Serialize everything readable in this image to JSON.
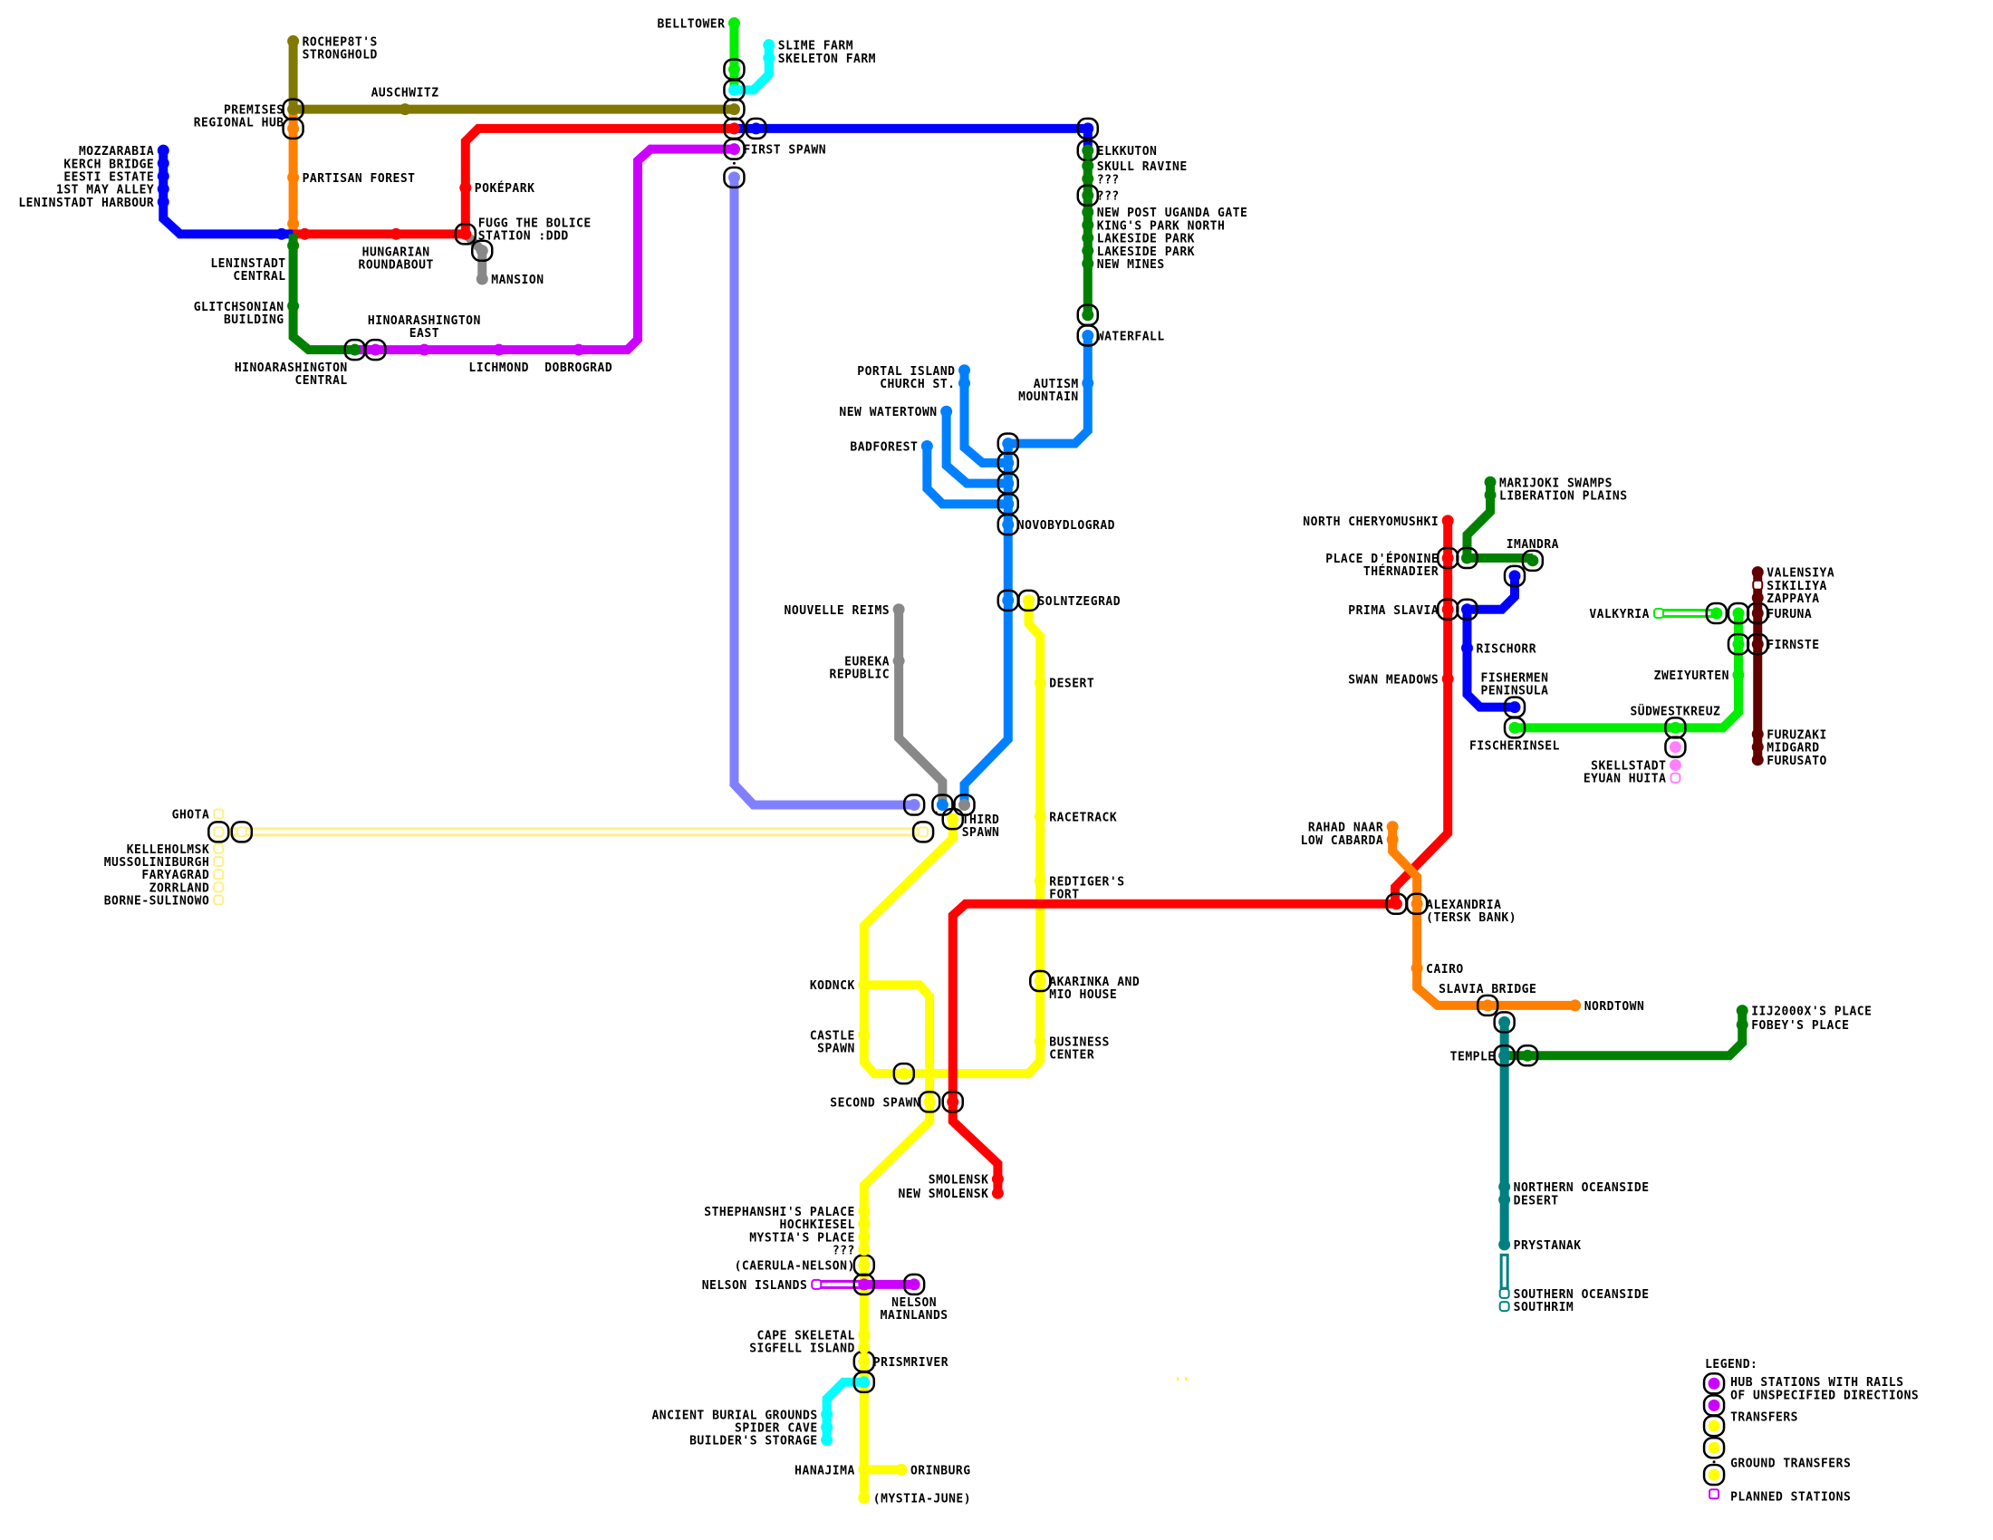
{
  "title": "Metro map",
  "colors": {
    "olive": "#807800",
    "orange": "#ff8000",
    "red": "#ff0000",
    "blue": "#0000ff",
    "green": "#008000",
    "purple": "#cc00ff",
    "gray": "#888888",
    "lime": "#00ee00",
    "cyan": "#00ffff",
    "periwinkle": "#8080ff",
    "azure": "#0080ff",
    "yellow": "#ffff00",
    "paleyellow": "#fff080",
    "teal": "#008080",
    "maroon": "#600000",
    "pink": "#ff80ff"
  },
  "stations": {
    "rochep8t": "ROCHEP8T'S",
    "rochep8t2": "STRONGHOLD",
    "premises1": "PREMISES",
    "premises2": "REGIONAL HUB",
    "auschwitz": "AUSCHWITZ",
    "partisan": "PARTISAN FOREST",
    "mozzarabia": "MOZZARABIA",
    "kerch": "KERCH BRIDGE",
    "eesti": "EESTI ESTATE",
    "mayalley": "1ST MAY ALLEY",
    "harbour": "LENINSTADT HARBOUR",
    "lenin1": "LENINSTADT",
    "lenin2": "CENTRAL",
    "hungarian1": "HUNGARIAN",
    "hungarian2": "ROUNDABOUT",
    "pokepark": "POKÉPARK",
    "fugg1": "FUGG THE BOLICE",
    "fugg2": "STATION :DDD",
    "mansion": "MANSION",
    "glitch1": "GLITCHSONIAN",
    "glitch2": "BUILDING",
    "hinocentral1": "HINOARASHINGTON",
    "hinocentral2": "CENTRAL",
    "hinoeast1": "HINOARASHINGTON",
    "hinoeast2": "EAST",
    "lichmond": "LICHMOND",
    "dobrograd": "DOBROGRAD",
    "belltower": "BELLTOWER",
    "slime": "SLIME FARM",
    "skeleton": "SKELETON FARM",
    "firstspawn": "FIRST SPAWN",
    "elkkuton": "ELKKUTON",
    "skull": "SKULL RAVINE",
    "q1": "???",
    "q2": "???",
    "uganda": "NEW POST UGANDA GATE",
    "kingspark": "KING'S PARK NORTH",
    "lakeside1": "LAKESIDE PARK",
    "lakeside2": "LAKESIDE PARK",
    "newmines": "NEW MINES",
    "waterfall": "WATERFALL",
    "autism1": "AUTISM",
    "autism2": "MOUNTAIN",
    "portal": "PORTAL ISLAND",
    "church": "CHURCH ST.",
    "watertown": "NEW WATERTOWN",
    "badforest": "BADFOREST",
    "novo": "NOVOBYDLOGRAD",
    "solntze": "SOLNTZEGRAD",
    "nouvelle": "NOUVELLE REIMS",
    "eureka1": "EUREKA",
    "eureka2": "REPUBLIC",
    "third1": "THIRD",
    "third2": "SPAWN",
    "desert": "DESERT",
    "racetrack": "RACETRACK",
    "redtiger1": "REDTIGER'S",
    "redtiger2": "FORT",
    "akarinka1": "AKARINKA AND",
    "akarinka2": "MIO HOUSE",
    "business1": "BUSINESS",
    "business2": "CENTER",
    "kodnck": "KODNCK",
    "castle1": "CASTLE",
    "castle2": "SPAWN",
    "second": "SECOND SPAWN",
    "smolensk": "SMOLENSK",
    "newsmolensk": "NEW SMOLENSK",
    "ghota": "GHOTA",
    "kelleholmsk": "KELLEHOLMSK",
    "mussoliniburgh": "MUSSOLINIBURGH",
    "faryagrad": "FARYAGRAD",
    "zorrland": "ZORRLAND",
    "borne": "BORNE-SULINOWO",
    "stephanshi": "STHEPHANSHI'S PALACE",
    "hochkiesel": "HOCHKIESEL",
    "mystiaplace": "MYSTIA'S PLACE",
    "q3": "???",
    "caerula": "(CAERULA-NELSON)",
    "nelsonislands": "NELSON ISLANDS",
    "nelsonmain1": "NELSON",
    "nelsonmain2": "MAINLANDS",
    "capeskeletal": "CAPE SKELETAL",
    "sigfell": "SIGFELL ISLAND",
    "prismriver": "PRISMRIVER",
    "ancient": "ANCIENT BURIAL GROUNDS",
    "spider": "SPIDER CAVE",
    "builders": "BUILDER'S STORAGE",
    "hanajima": "HANAJIMA",
    "orinburg": "ORINBURG",
    "mystiajune": "(MYSTIA-JUNE)",
    "northcher": "NORTH CHERYOMUSHKI",
    "marijoki": "MARIJOKI SWAMPS",
    "liberation": "LIBERATION PLAINS",
    "eponine1": "PLACE D'ÉPONINE",
    "eponine2": "THÉRNADIER",
    "imandra": "IMANDRA",
    "prima": "PRIMA SLAVIA",
    "rischorr": "RISCHORR",
    "swan": "SWAN MEADOWS",
    "fishermen1": "FISHERMEN",
    "fishermen2": "PENINSULA",
    "fischerinsel": "FISCHERINSEL",
    "sudwest": "SÜDWESTKREUZ",
    "skellstadt": "SKELLSTADT",
    "eyuan": "EYUAN HUITA",
    "valkyria": "VALKYRIA",
    "zweiyurten": "ZWEIYURTEN",
    "valensiya": "VALENSIYA",
    "sikiliya": "SIKILIYA",
    "zappaya": "ZAPPAYA",
    "furuna": "FURUNA",
    "firnste": "FIRNSTE",
    "furuzaki": "FURUZAKI",
    "midgard": "MIDGARD",
    "furusato": "FURUSATO",
    "rahad": "RAHAD NAAR",
    "lowcabarda": "LOW CABARDA",
    "alex1": "ALEXANDRIA",
    "alex2": "(TERSK BANK)",
    "cairo": "CAIRO",
    "slavia": "SLAVIA BRIDGE",
    "nordtown": "NORDTOWN",
    "temple": "TEMPLE",
    "iij": "IIJ2000X'S PLACE",
    "fobey": "FOBEY'S PLACE",
    "northocean": "NORTHERN OCEANSIDE",
    "desert2": "DESERT",
    "prystanak": "PRYSTANAK",
    "southocean": "SOUTHERN OCEANSIDE",
    "southrim": "SOUTHRIM"
  },
  "legend": {
    "title": "LEGEND:",
    "hub1": "HUB STATIONS WITH RAILS",
    "hub2": "OF UNSPECIFIED DIRECTIONS",
    "transfers": "TRANSFERS",
    "ground": "GROUND TRANSFERS",
    "planned": "PLANNED STATIONS"
  }
}
